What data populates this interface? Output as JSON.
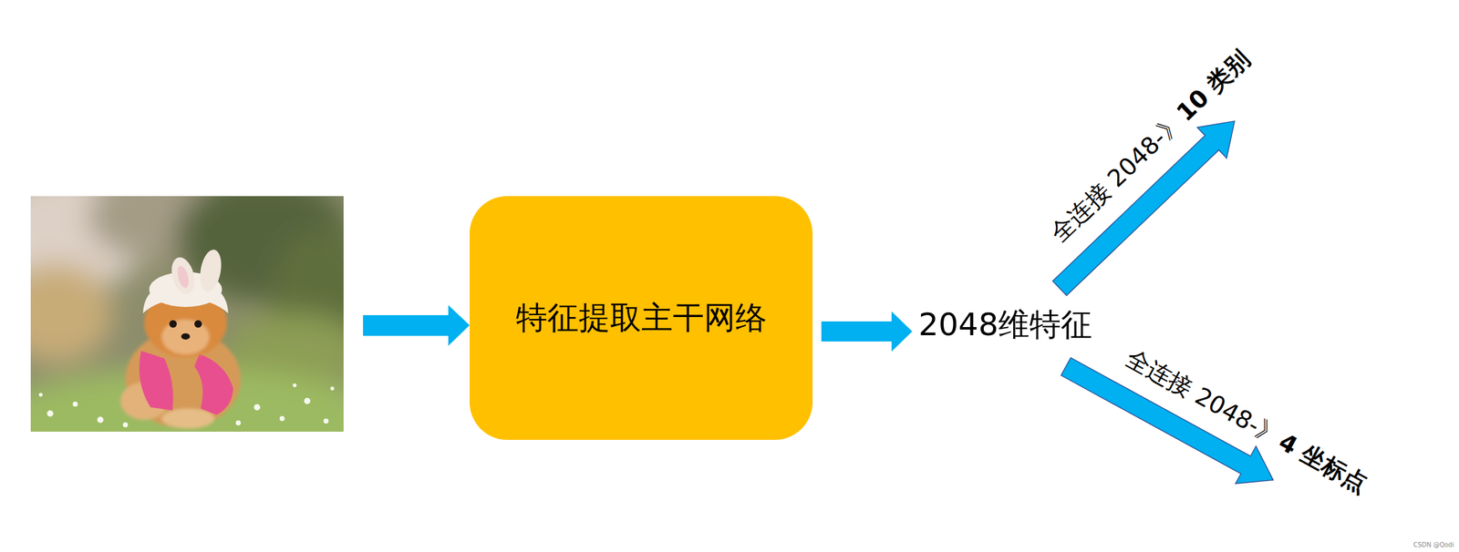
{
  "diagram": {
    "nodes": [
      {
        "text": [
          "特征提取主干网络"
        ]
      }
    ],
    "labels": [
      "2048维特征",
      "全连接 2048-》",
      "10 类别",
      "全连接 2048-》",
      "4 坐标点",
      "CSDN @Qodi"
    ]
  }
}
